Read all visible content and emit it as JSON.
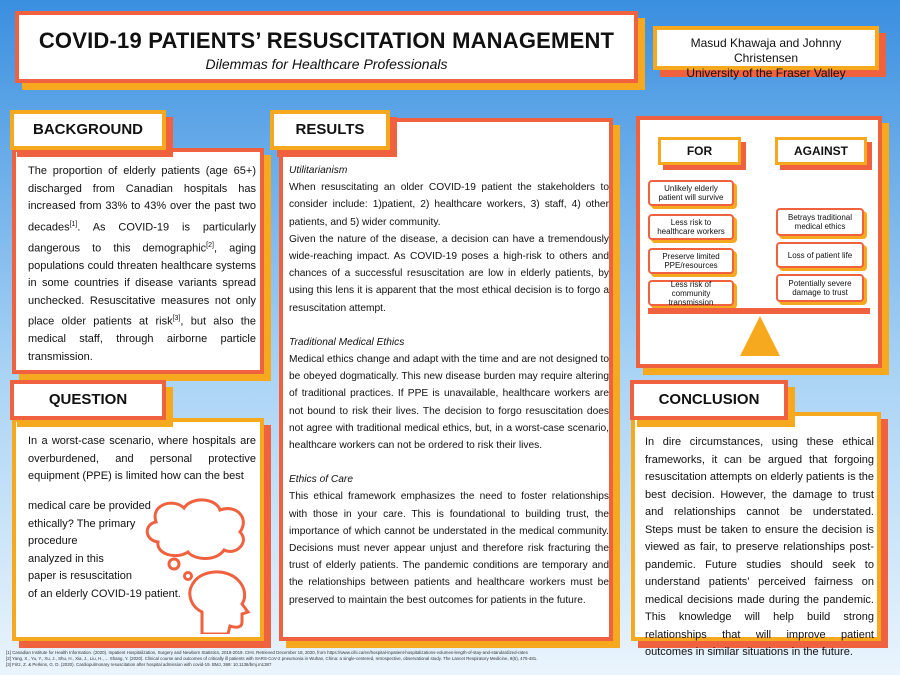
{
  "title": "COVID-19 PATIENTS’ RESUSCITATION MANAGEMENT",
  "subtitle": "Dilemmas for Healthcare Professionals",
  "authors": "Masud Khawaja and Johnny Christensen",
  "affiliation": "University of the Fraser Valley",
  "background": {
    "header": "BACKGROUND",
    "t1": "The proportion of elderly patients (age 65+) discharged from Canadian hospitals has increased from 33% to 43% over the past two decades",
    "c1": "[1]",
    "t2": ". As COVID-19 is particularly dangerous to this demographic",
    "c2": "[2]",
    "t3": ", aging populations could threaten healthcare systems in some countries if disease variants spread unchecked. Resuscitative measures not only place older patients at risk",
    "c3": "[3]",
    "t4": ", but also the medical staff, through airborne particle transmission."
  },
  "question": {
    "header": "QUESTION",
    "full": "In a worst-case scenario, where hospitals are overburdened, and personal protective equipment (PPE) is limited how can the best",
    "lines": [
      "medical care be provided",
      "ethically? The primary",
      "procedure",
      "analyzed in this",
      "paper is resuscitation",
      "of an elderly COVID-19 patient."
    ]
  },
  "results": {
    "header": "RESULTS",
    "s1_title": "Utilitarianism",
    "s1_p1": "When resuscitating an older COVID-19 patient the stakeholders to consider include: 1)patient, 2) healthcare workers, 3) staff, 4) other patients, and 5) wider community.",
    "s1_p2": "Given the nature of the disease, a decision can have a tremendously wide-reaching impact. As COVID-19 poses a high-risk to others and chances of a successful resuscitation are low in elderly patients, by using this lens it is apparent that the most ethical decision is to forgo a resuscitation attempt.",
    "s2_title": "Traditional Medical Ethics",
    "s2_p": "Medical ethics change and adapt with the time and are not designed to be obeyed dogmatically. This new disease burden may require altering of traditional practices. If PPE is unavailable, healthcare workers are not bound to risk their lives. The decision to forgo resuscitation does not agree with traditional medical ethics, but, in a worst-case scenario, healthcare workers can not be ordered to risk their lives.",
    "s3_title": "Ethics of Care",
    "s3_p": "This ethical framework emphasizes the need to foster relationships with those in your care. This is foundational to building trust, the importance of which cannot be understated in the medical community. Decisions must never appear unjust and therefore risk fracturing the trust of elderly patients. The pandemic conditions are temporary and the relationships between patients and healthcare workers must be preserved to maintain the best outcomes for patients in the future."
  },
  "scale": {
    "for_label": "FOR",
    "against_label": "AGAINST",
    "for_items": [
      "Unlikely elderly patient will survive",
      "Less risk to healthcare workers",
      "Preserve limited PPE/resources",
      "Less risk of community transmission"
    ],
    "against_items": [
      "Betrays traditional medical ethics",
      "Loss of patient life",
      "Potentially severe damage to trust"
    ]
  },
  "conclusion": {
    "header": "CONCLUSION",
    "text": "In dire circumstances, using these ethical frameworks, it can be argued that forgoing resuscitation attempts on elderly patients is the best decision. However, the damage to trust and relationships cannot be understated. Steps must be taken to ensure the decision is viewed as fair, to preserve relationships post-pandemic. Future studies should seek to understand patients’ perceived fairness on medical decisions made during the pandemic. This knowledge will help build strong relationships that will improve patient outcomes in similar situations in the future."
  },
  "references": [
    "[1] Canadian Institute for Health Information. (2020). Inpatient Hospitalization, Surgery and Newborn Statistics, 2018-2019. CIHI. Retrieved December 18, 2020, from https://www.cihi.ca/en/hospital-inpatient-hospitalizations-volumes-length-of-stay-and-standardized-rates",
    "[2] Yang, X., Yu, Y., Xu, J., Shu, H., Xia, J., Liu, H., ... Shang, Y. (2020). Clinical course and outcomes of critically ill patients with SARS-CoV-2 pneumonia in Wuhan, China: a single-centered, retrospective, observational study. The Lancet Respiratory Medicine, 8(5), 475-481.",
    "[3] Fritz, Z. & Perkins, G. D. (2020). Cardiopulmonary resuscitation after hospital admission with covid-19. BMJ, 369: 10.1136/bmj.m1387"
  ],
  "colors": {
    "red": "#f0613f",
    "orange": "#f6a81e",
    "sky": "#3a8fe0"
  },
  "icons": [
    "thought-bubble-icon",
    "head-silhouette-icon",
    "balance-scale-icon"
  ]
}
